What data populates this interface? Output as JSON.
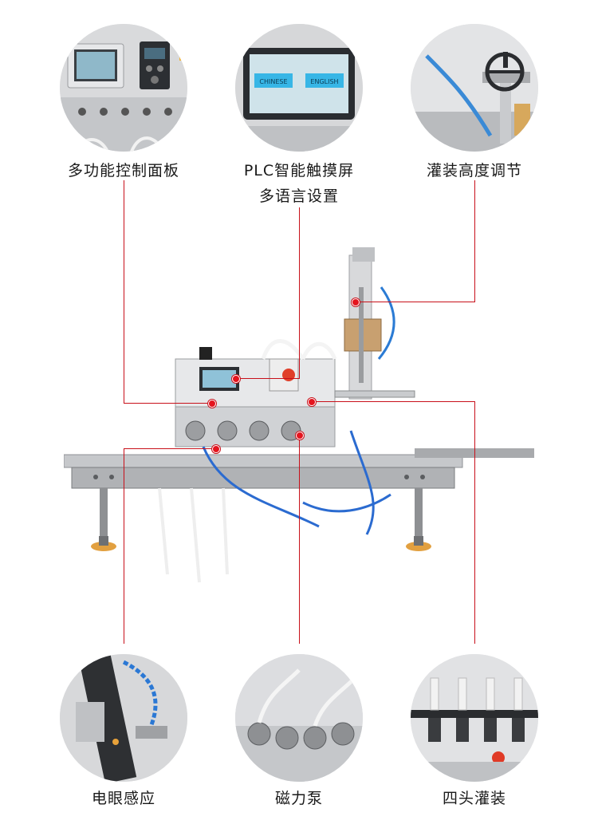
{
  "features_top": [
    {
      "id": "control-panel",
      "label": "多功能控制面板"
    },
    {
      "id": "plc-screen",
      "label": "PLC智能触摸屏",
      "label2": "多语言设置",
      "screen_buttons": [
        "CHINESE",
        "ENGLISH"
      ]
    },
    {
      "id": "height-adjust",
      "label": "灌装高度调节"
    }
  ],
  "features_bottom": [
    {
      "id": "photo-sensor",
      "label": "电眼感应"
    },
    {
      "id": "magnetic-pump",
      "label": "磁力泵"
    },
    {
      "id": "four-head-filling",
      "label": "四头灌装"
    }
  ],
  "colors": {
    "callout": "#c8101a",
    "dot": "#e4141e",
    "background": "#ffffff"
  }
}
